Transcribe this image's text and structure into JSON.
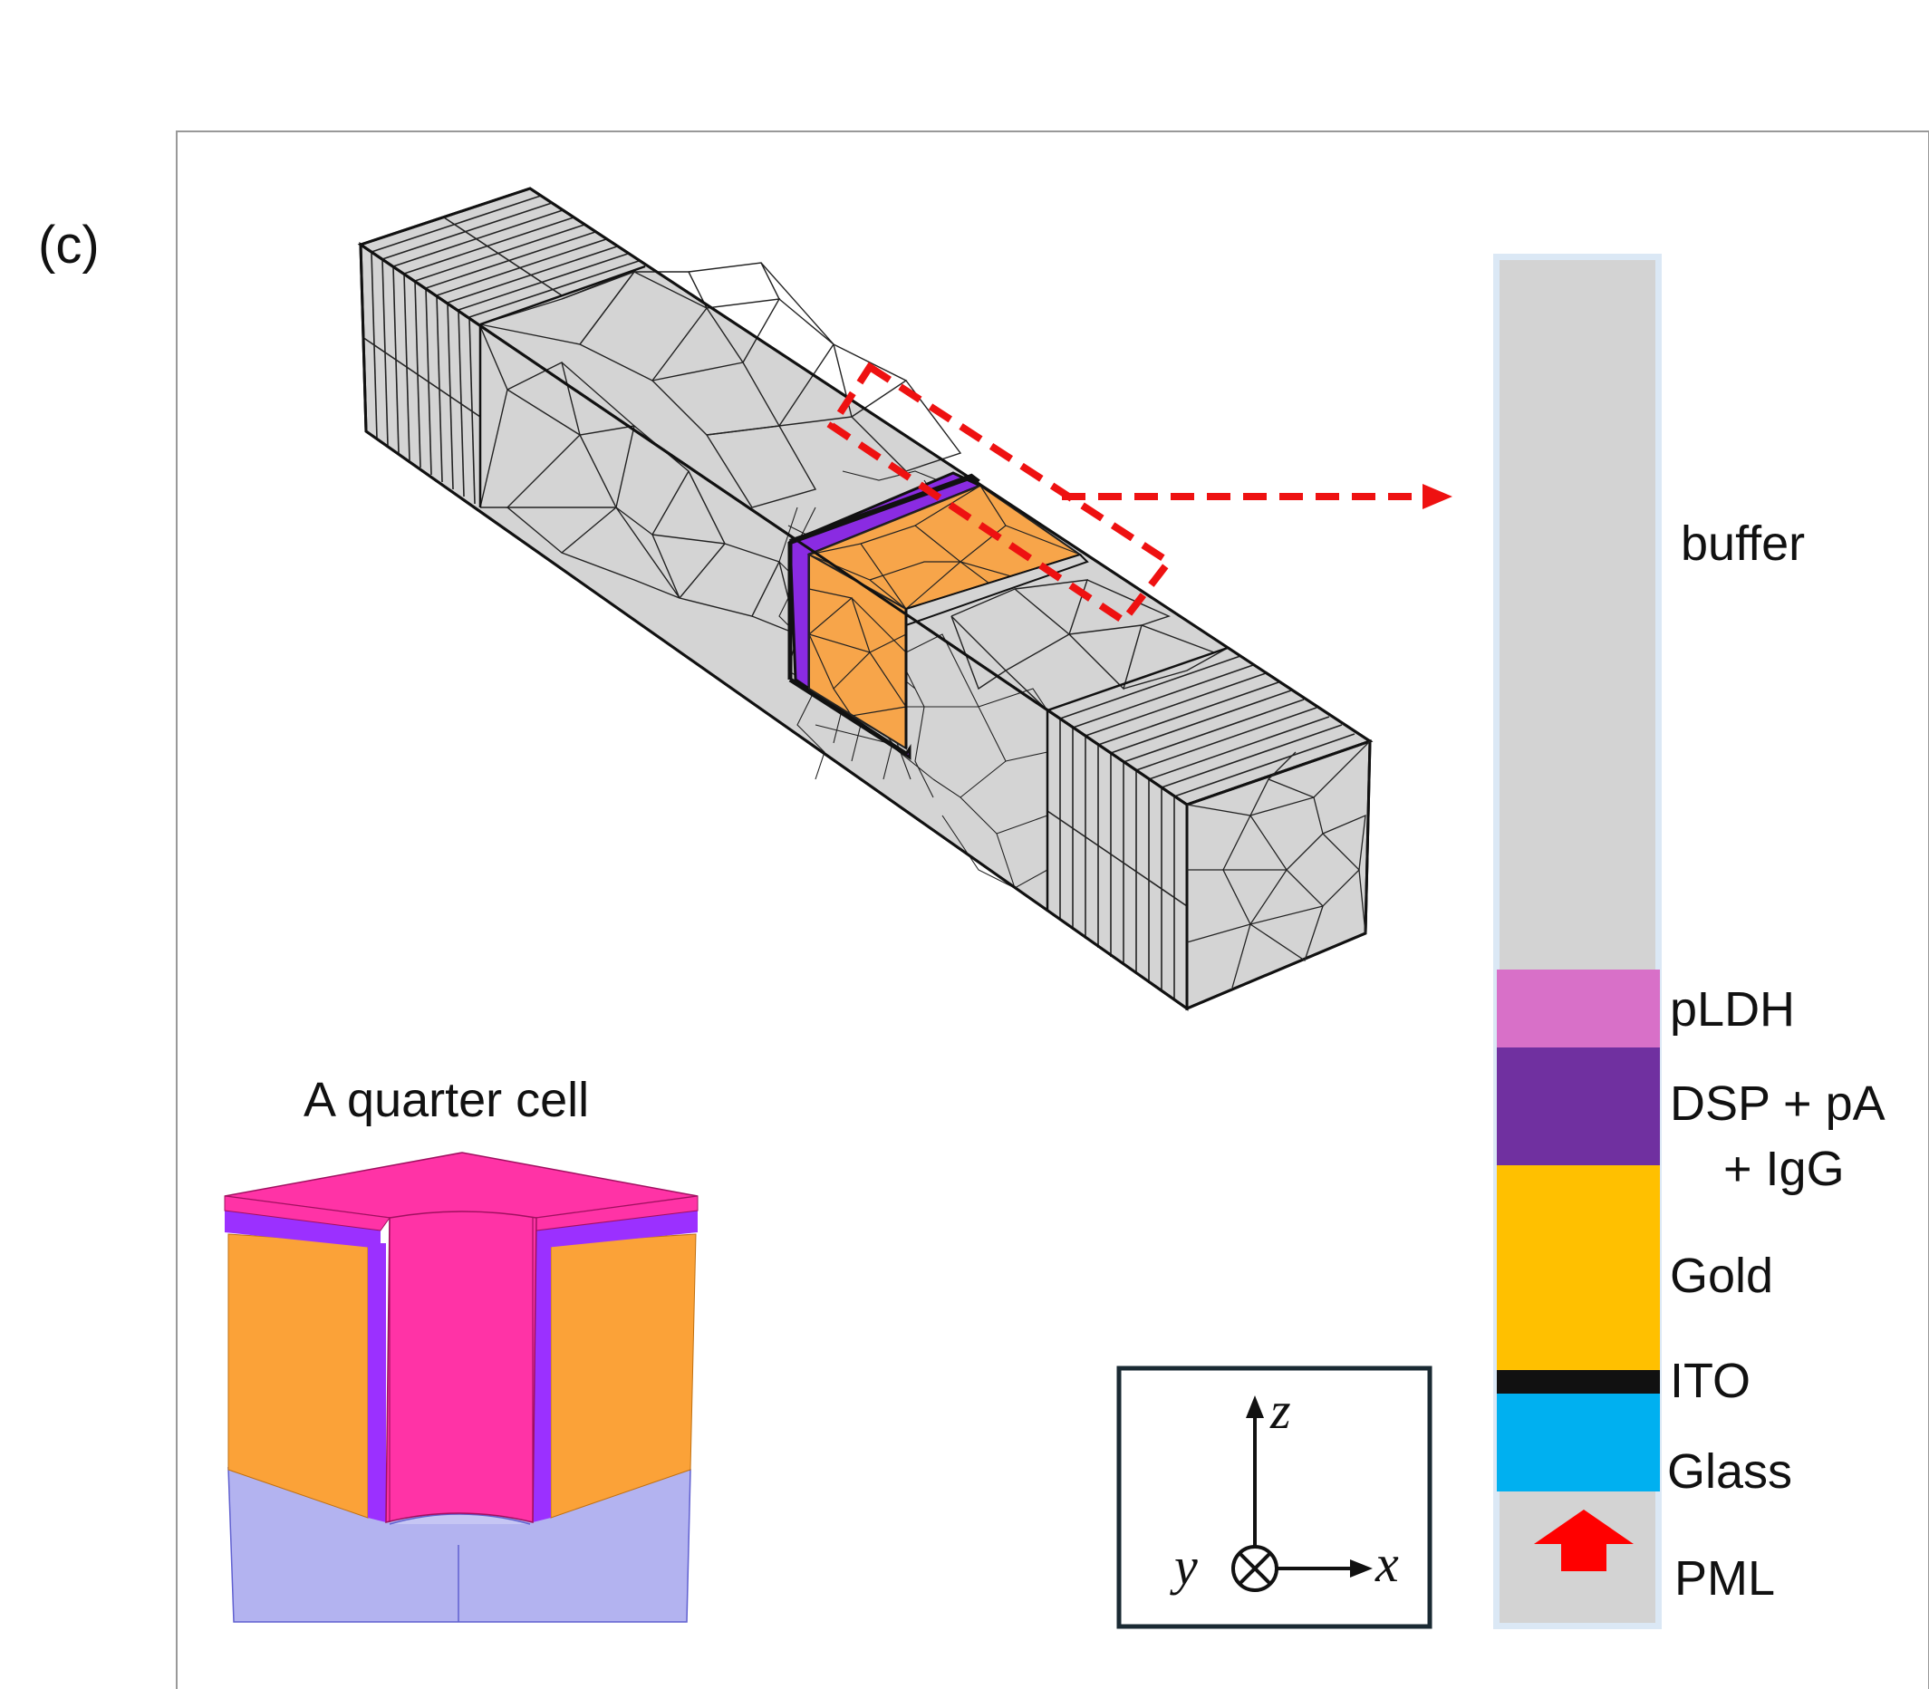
{
  "panel_label": "(c)",
  "inset_title": "A quarter cell",
  "stack": {
    "layers": [
      {
        "key": "buffer",
        "label": "buffer",
        "color": "#d3d3d3"
      },
      {
        "key": "pldh",
        "label": "pLDH",
        "color": "#d870c8"
      },
      {
        "key": "dsp",
        "label_line1": "DSP + pA",
        "label_line2": "+ IgG",
        "color": "#7030a0"
      },
      {
        "key": "gold",
        "label": "Gold",
        "color": "#ffc000"
      },
      {
        "key": "ito",
        "label": "ITO",
        "color": "#111111"
      },
      {
        "key": "glass",
        "label": "Glass",
        "color": "#00b0f0"
      },
      {
        "key": "pml",
        "label": "PML",
        "color": "#d3d3d3"
      }
    ],
    "border_color": "#dbe8f5",
    "arrow_color": "#ff0000"
  },
  "axes": {
    "z": "z",
    "y": "y",
    "x": "x"
  },
  "colors": {
    "mesh_gray": "#d4d4d4",
    "mesh_line": "#1a1a1a",
    "mesh_orange": "#f7a54a",
    "mesh_purple": "#8a2be2",
    "inset_pink": "#ff33a6",
    "inset_purple": "#9b30ff",
    "inset_orange": "#fba238",
    "inset_lavender": "#b3b3f0",
    "callout_red": "#ee1111"
  }
}
